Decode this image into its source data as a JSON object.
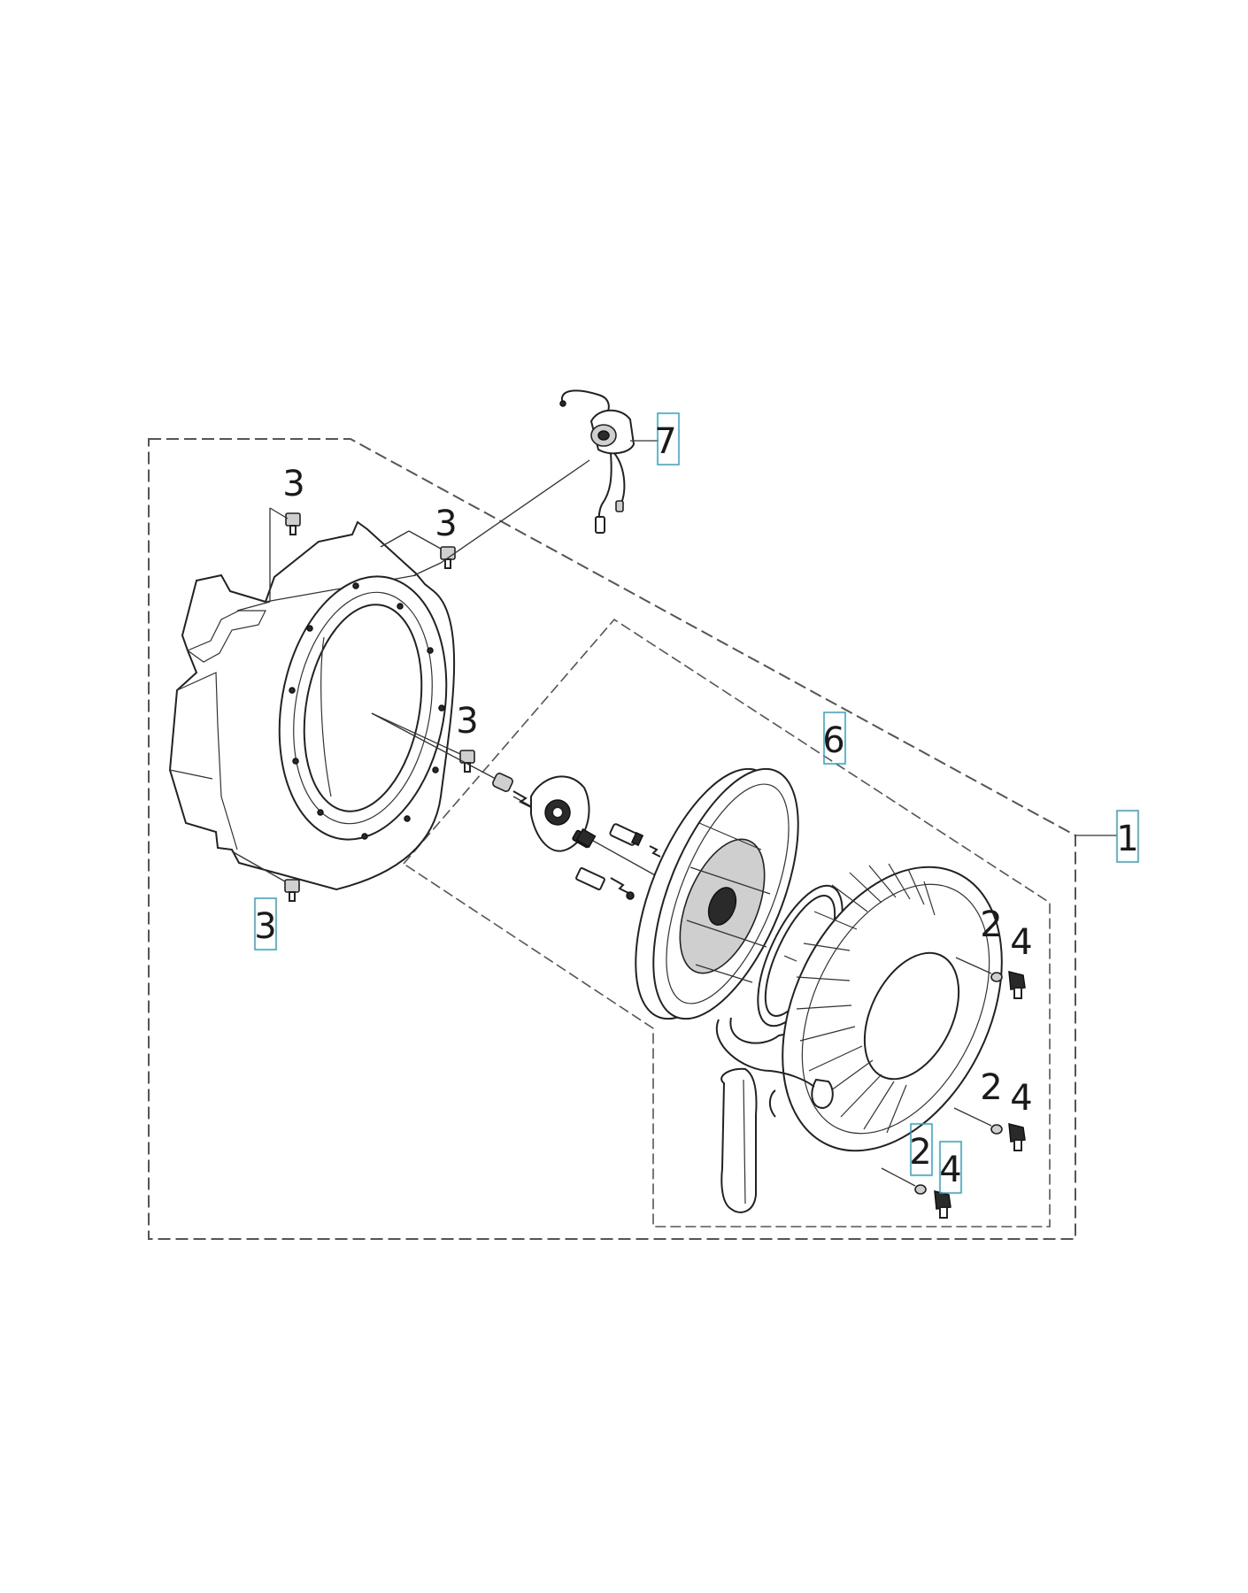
{
  "callouts": {
    "c7": "7",
    "c3a": "3",
    "c3b": "3",
    "c3c": "3",
    "c3d": "3",
    "c6": "6",
    "c1": "1",
    "c2a": "2",
    "c4a": "4",
    "c2b": "2",
    "c4b": "4",
    "c2c": "2",
    "c4c": "4"
  },
  "colors": {
    "callout_box": "#2aa6c8",
    "line": "#222222"
  }
}
